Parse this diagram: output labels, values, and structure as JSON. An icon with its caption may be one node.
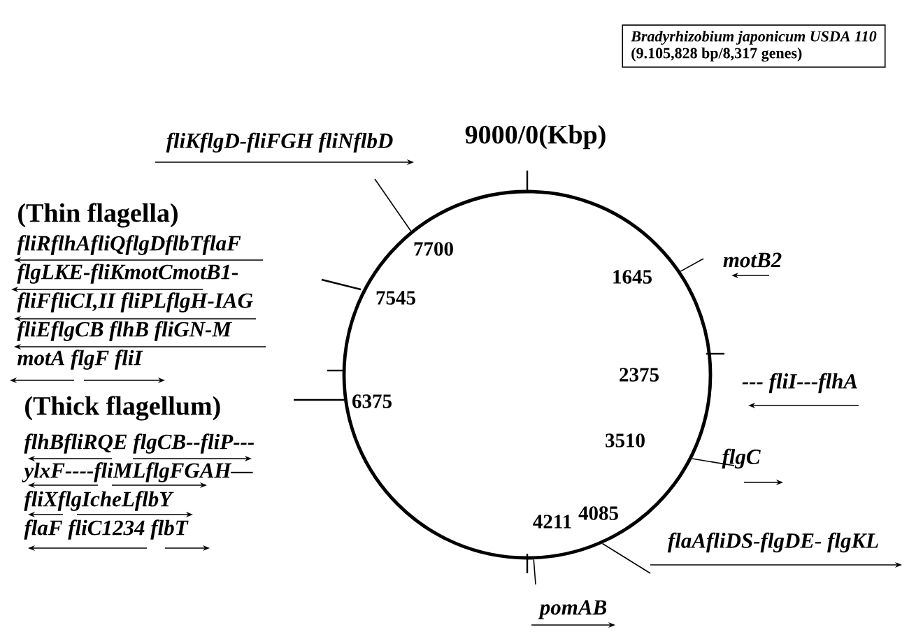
{
  "diagram": {
    "nodes": [
      {
        "text": [
          "Bradyrhizobium japonicum USDA 110",
          "(9.105,828 bp/8,317 genes)"
        ]
      },
      {
        "text": [],
        "shape": "circle"
      },
      {
        "text": [
          "fliKflgD-fliFGH fliNflbD"
        ]
      },
      {
        "text": [
          "(Thin flagella)",
          "fliRflhAfliQflgDflbTflaF",
          "flgLKE-fliKmotCmotB1-",
          "fliFfliCI,II fliPLflgH-IAG",
          "fliEflgCB flhB fliGN-M",
          "motA flgF fliI"
        ]
      },
      {
        "text": [
          "(Thick flagellum)",
          "flhBfliRQE flgCB--fliP---",
          "ylxF----fliMLflgFGAH—",
          "fliXflgIcheLflbY",
          "flaF fliC1234 flbT"
        ]
      },
      {
        "text": [
          "motB2"
        ]
      },
      {
        "text": [
          "flgC"
        ]
      },
      {
        "text": [
          "flaAfliDS-flgDE- flgKL"
        ]
      },
      {
        "text": [
          "pomAB"
        ]
      }
    ],
    "edges": [
      {
        "from": 2,
        "to": 1,
        "arrow": "none"
      },
      {
        "from": 5,
        "to": 1,
        "arrow": "none"
      },
      {
        "from": 6,
        "to": 1,
        "arrow": "none"
      },
      {
        "from": 7,
        "to": 1,
        "arrow": "none"
      },
      {
        "from": 8,
        "to": 1,
        "arrow": "none"
      }
    ],
    "labels": [
      "9000/0(Kbp)",
      "7700",
      "7545",
      "1645",
      "2375",
      "--- fliI---flhA",
      "6375",
      "3510",
      "4211",
      "4085"
    ]
  }
}
